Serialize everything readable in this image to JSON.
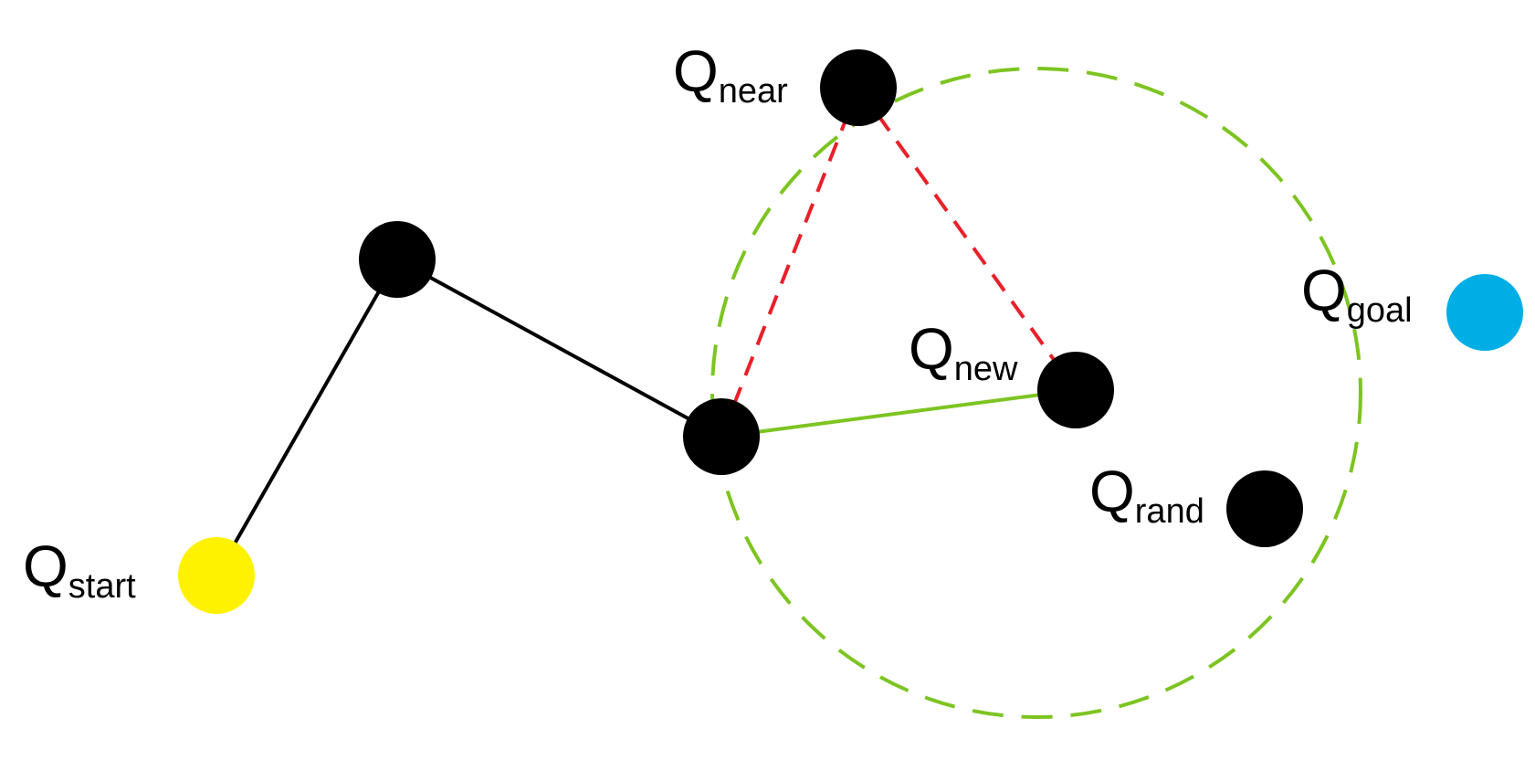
{
  "colors": {
    "tree_edge": "#000000",
    "candidate_edge": "#e8202a",
    "chosen_edge": "#7dc422",
    "search_radius": "#7dc422",
    "start": "#fff200",
    "goal": "#00aee6",
    "node": "#000000"
  },
  "labels": {
    "start": {
      "main": "Q",
      "sub": "start"
    },
    "near": {
      "main": "Q",
      "sub": "near"
    },
    "new": {
      "main": "Q",
      "sub": "new"
    },
    "rand": {
      "main": "Q",
      "sub": "rand"
    },
    "goal": {
      "main": "Q",
      "sub": "goal"
    }
  }
}
